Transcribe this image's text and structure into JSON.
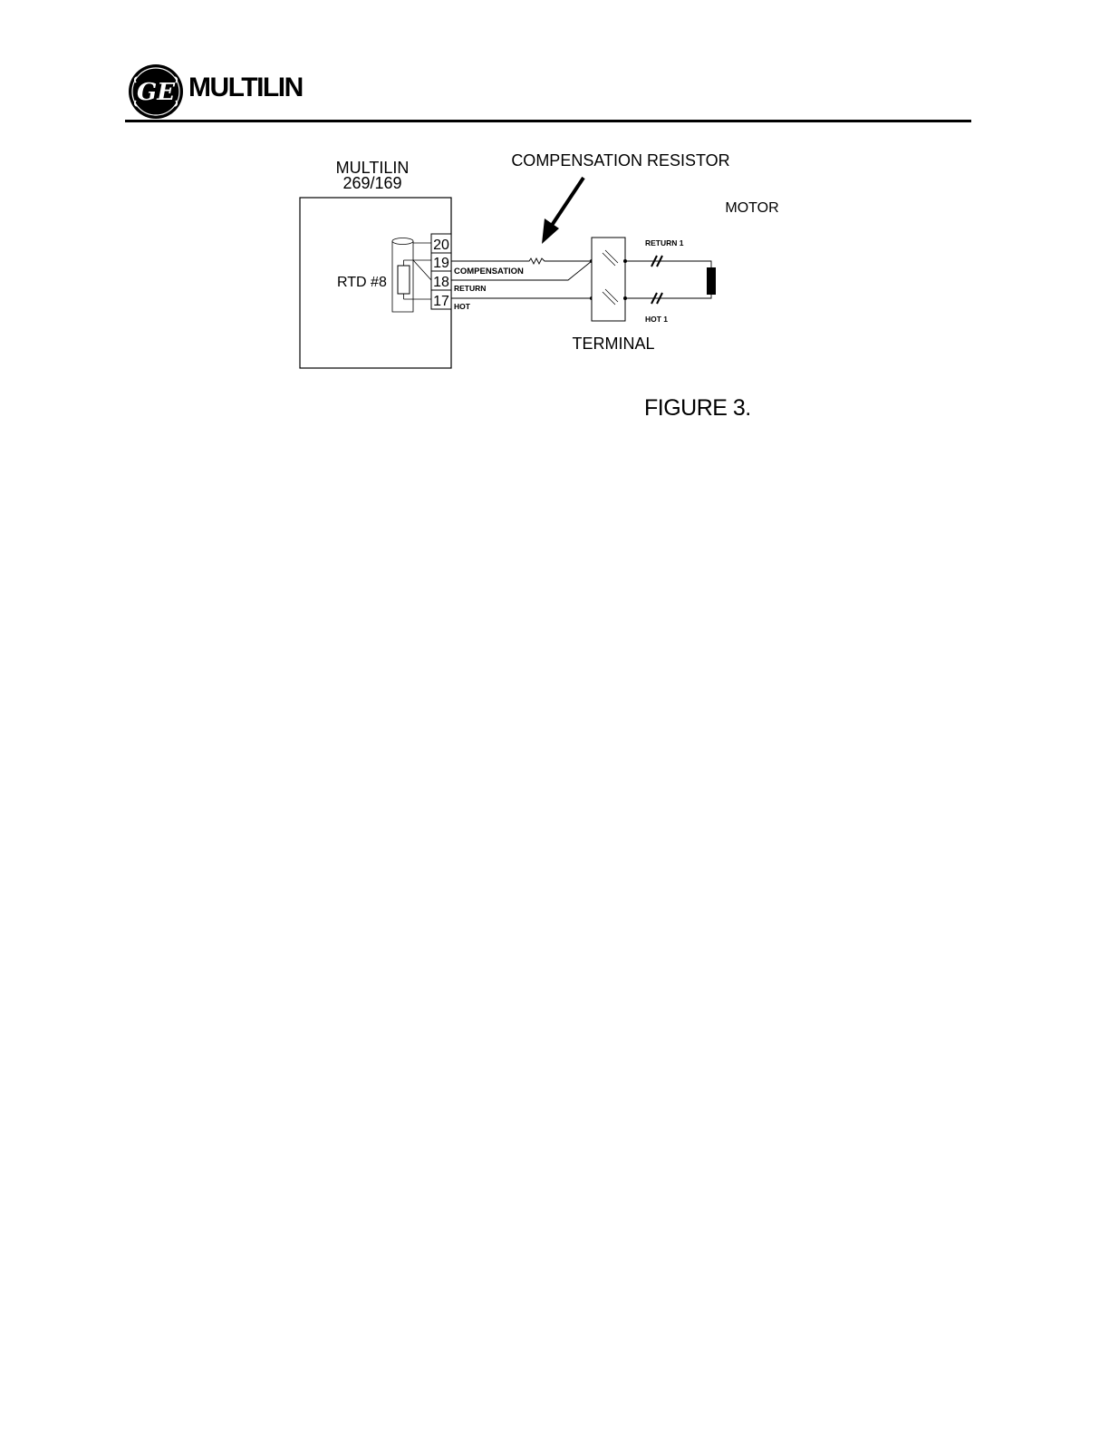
{
  "header": {
    "brand": "MULTILIN",
    "logo_monogram": "GE"
  },
  "figure": {
    "device_name": "MULTILIN",
    "device_model": "269/169",
    "rtd_label": "RTD #8",
    "terminals": [
      "20",
      "19",
      "18",
      "17"
    ],
    "wires": {
      "compensation": "COMPENSATION",
      "return": "RETURN",
      "hot": "HOT"
    },
    "resistor_label": "COMPENSATION RESISTOR",
    "motor_label": "MOTOR",
    "motor_wires": {
      "return": "RETURN 1",
      "hot": "HOT 1"
    },
    "terminal_label": "TERMINAL",
    "caption": "FIGURE 3."
  }
}
